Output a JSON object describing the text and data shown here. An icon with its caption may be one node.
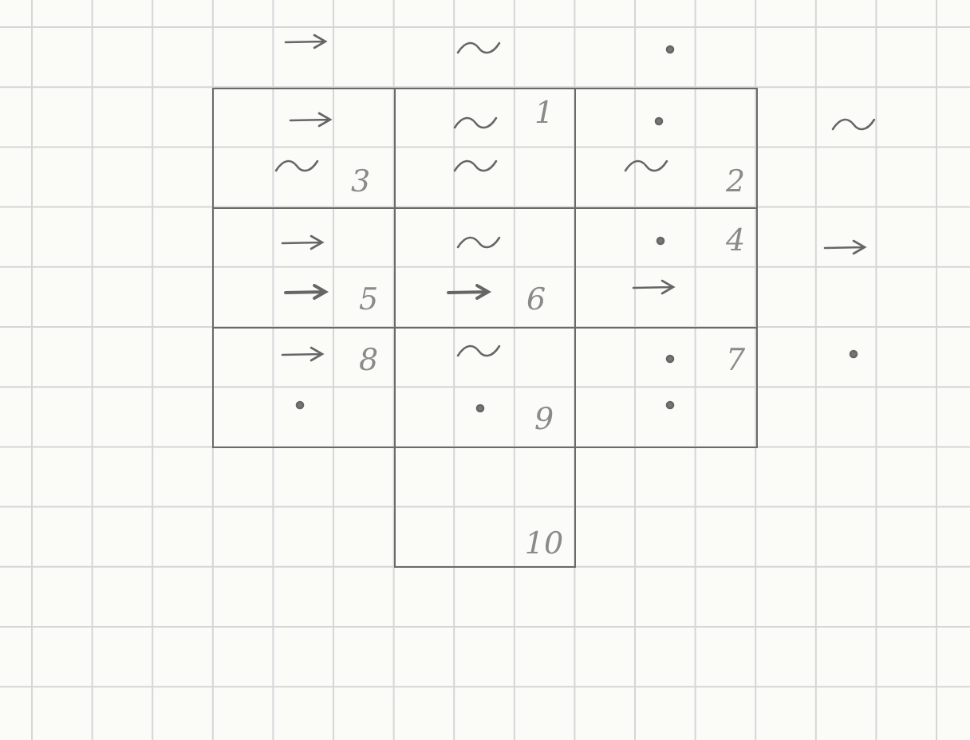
{
  "diagram": {
    "nodes": [
      {
        "text": [
          "3"
        ]
      },
      {
        "text": [
          "1"
        ]
      },
      {
        "text": [
          "2"
        ]
      },
      {
        "text": [
          "5"
        ]
      },
      {
        "text": [
          "6"
        ]
      },
      {
        "text": [
          "4"
        ]
      },
      {
        "text": [
          "8"
        ]
      },
      {
        "text": [
          "9"
        ]
      },
      {
        "text": [
          "7"
        ]
      },
      {
        "text": [
          "10"
        ]
      }
    ]
  }
}
